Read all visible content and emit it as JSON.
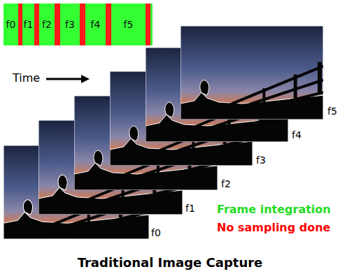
{
  "diagram": {
    "caption": "Traditional Image Capture",
    "nodes": [
      {
        "text": [
          "f0"
        ]
      },
      {
        "text": [
          "f1"
        ]
      },
      {
        "text": [
          "f2"
        ]
      },
      {
        "text": [
          "f3"
        ]
      },
      {
        "text": [
          "f4"
        ]
      },
      {
        "text": [
          "f5"
        ]
      }
    ],
    "labels": [
      "Time",
      "f5",
      "f4",
      "f3",
      "f2",
      "f1",
      "f0",
      "Frame integration",
      "No sampling done"
    ]
  }
}
